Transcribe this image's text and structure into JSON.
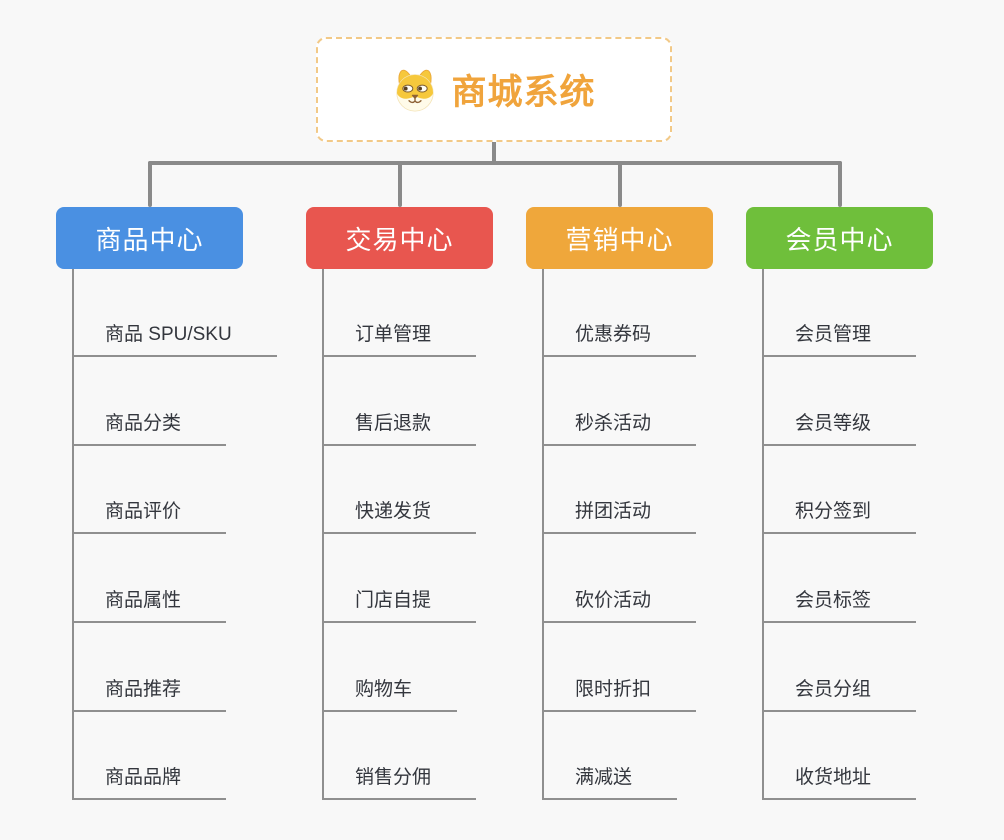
{
  "app": {
    "type": "mindmap-canvas"
  },
  "root": {
    "title": "商城系统",
    "icon": "doge-face-icon",
    "title_color": "#f0a43c",
    "border_color": "#f2c987",
    "background": "#ffffff"
  },
  "branches": [
    {
      "name": "product-center",
      "label": "商品中心",
      "color": "#4a90e2",
      "items": [
        "商品 SPU/SKU",
        "商品分类",
        "商品评价",
        "商品属性",
        "商品推荐",
        "商品品牌"
      ]
    },
    {
      "name": "trade-center",
      "label": "交易中心",
      "color": "#e8564f",
      "items": [
        "订单管理",
        "售后退款",
        "快递发货",
        "门店自提",
        "购物车",
        "销售分佣"
      ]
    },
    {
      "name": "marketing-center",
      "label": "营销中心",
      "color": "#efa73b",
      "items": [
        "优惠券码",
        "秒杀活动",
        "拼团活动",
        "砍价活动",
        "限时折扣",
        "满减送"
      ]
    },
    {
      "name": "member-center",
      "label": "会员中心",
      "color": "#6fbf3b",
      "items": [
        "会员管理",
        "会员等级",
        "积分签到",
        "会员标签",
        "会员分组",
        "收货地址"
      ]
    }
  ],
  "styles": {
    "canvas_background": "#f8f8f8",
    "connector_color": "#8a8a8a",
    "underline_color": "#8f8f8f",
    "leaf_text_color": "#33363d",
    "branch_text_color": "#ffffff"
  }
}
